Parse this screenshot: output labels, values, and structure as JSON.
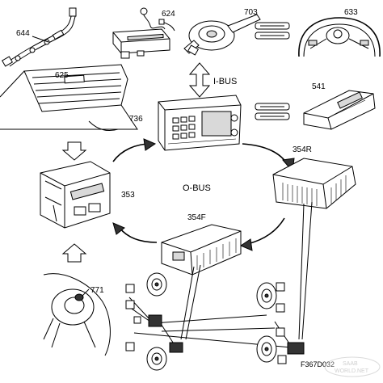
{
  "labels": {
    "harness_644": "644",
    "switch_624": "624",
    "steering_stalk_703": "703",
    "steering_wheel_633": "633",
    "rear_window_625": "625",
    "ibus": "I-BUS",
    "control_panel_541": "541",
    "main_unit_736": "736",
    "amplifier_354r": "354R",
    "obus": "O-BUS",
    "cd_changer_353": "353",
    "amplifier_354f": "354F",
    "ignition_771": "771",
    "figure_code": "F367D032"
  },
  "watermark": {
    "line1": "SAAB",
    "line2": "WORLD.NET"
  }
}
